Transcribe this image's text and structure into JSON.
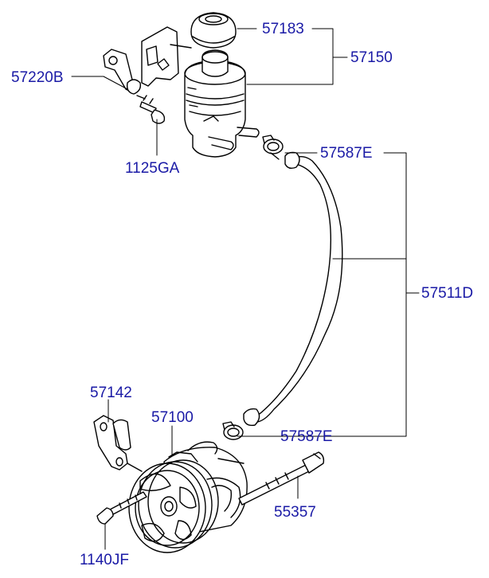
{
  "labels": {
    "p57183": "57183",
    "p57150": "57150",
    "p57220B": "57220B",
    "p1125GA": "1125GA",
    "p57587E_top": "57587E",
    "p57511D": "57511D",
    "p57142": "57142",
    "p57100": "57100",
    "p57587E_bottom": "57587E",
    "p55357": "55357",
    "p1140JF": "1140JF"
  },
  "colors": {
    "label": "#1a1aa6",
    "line": "#000000"
  }
}
